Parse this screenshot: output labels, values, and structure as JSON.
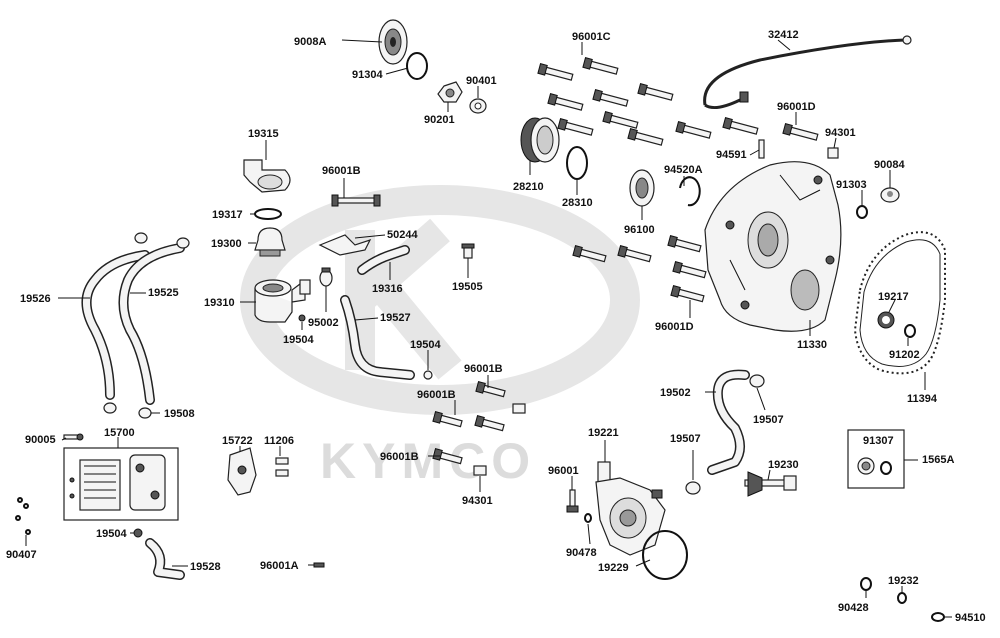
{
  "watermark": {
    "brand": "KYMCO"
  },
  "labels": [
    {
      "id": "9008A",
      "text": "9008A"
    },
    {
      "id": "91304",
      "text": "91304"
    },
    {
      "id": "90401",
      "text": "90401"
    },
    {
      "id": "90201",
      "text": "90201"
    },
    {
      "id": "96001C",
      "text": "96001C"
    },
    {
      "id": "32412",
      "text": "32412"
    },
    {
      "id": "96001D_top",
      "text": "96001D"
    },
    {
      "id": "94301_top",
      "text": "94301"
    },
    {
      "id": "94591",
      "text": "94591"
    },
    {
      "id": "90084",
      "text": "90084"
    },
    {
      "id": "91303",
      "text": "91303"
    },
    {
      "id": "19315",
      "text": "19315"
    },
    {
      "id": "96001B_top",
      "text": "96001B"
    },
    {
      "id": "28210",
      "text": "28210"
    },
    {
      "id": "28310",
      "text": "28310"
    },
    {
      "id": "94520A",
      "text": "94520A"
    },
    {
      "id": "96100",
      "text": "96100"
    },
    {
      "id": "19317",
      "text": "19317"
    },
    {
      "id": "19300",
      "text": "19300"
    },
    {
      "id": "50244",
      "text": "50244"
    },
    {
      "id": "19316",
      "text": "19316"
    },
    {
      "id": "19505",
      "text": "19505"
    },
    {
      "id": "19526",
      "text": "19526"
    },
    {
      "id": "19525",
      "text": "19525"
    },
    {
      "id": "19310",
      "text": "19310"
    },
    {
      "id": "95002",
      "text": "95002"
    },
    {
      "id": "19527",
      "text": "19527"
    },
    {
      "id": "19504_a",
      "text": "19504"
    },
    {
      "id": "19504_b",
      "text": "19504"
    },
    {
      "id": "96001D_mid",
      "text": "96001D"
    },
    {
      "id": "11330",
      "text": "11330"
    },
    {
      "id": "19217",
      "text": "19217"
    },
    {
      "id": "91202",
      "text": "91202"
    },
    {
      "id": "96001B_mid1",
      "text": "96001B"
    },
    {
      "id": "96001B_mid2",
      "text": "96001B"
    },
    {
      "id": "19508",
      "text": "19508"
    },
    {
      "id": "90005",
      "text": "90005"
    },
    {
      "id": "15700",
      "text": "15700"
    },
    {
      "id": "15722",
      "text": "15722"
    },
    {
      "id": "11206",
      "text": "11206"
    },
    {
      "id": "19502",
      "text": "19502"
    },
    {
      "id": "19507_a",
      "text": "19507"
    },
    {
      "id": "19507_b",
      "text": "19507"
    },
    {
      "id": "11394",
      "text": "11394"
    },
    {
      "id": "91307",
      "text": "91307"
    },
    {
      "id": "1565A",
      "text": "1565A"
    },
    {
      "id": "19221",
      "text": "19221"
    },
    {
      "id": "96001B_low",
      "text": "96001B"
    },
    {
      "id": "96001",
      "text": "96001"
    },
    {
      "id": "94301_low",
      "text": "94301"
    },
    {
      "id": "19230",
      "text": "19230"
    },
    {
      "id": "90407",
      "text": "90407"
    },
    {
      "id": "19504_c",
      "text": "19504"
    },
    {
      "id": "19528",
      "text": "19528"
    },
    {
      "id": "96001A",
      "text": "96001A"
    },
    {
      "id": "90478",
      "text": "90478"
    },
    {
      "id": "19229",
      "text": "19229"
    },
    {
      "id": "19232",
      "text": "19232"
    },
    {
      "id": "90428",
      "text": "90428"
    },
    {
      "id": "94510",
      "text": "94510"
    }
  ]
}
